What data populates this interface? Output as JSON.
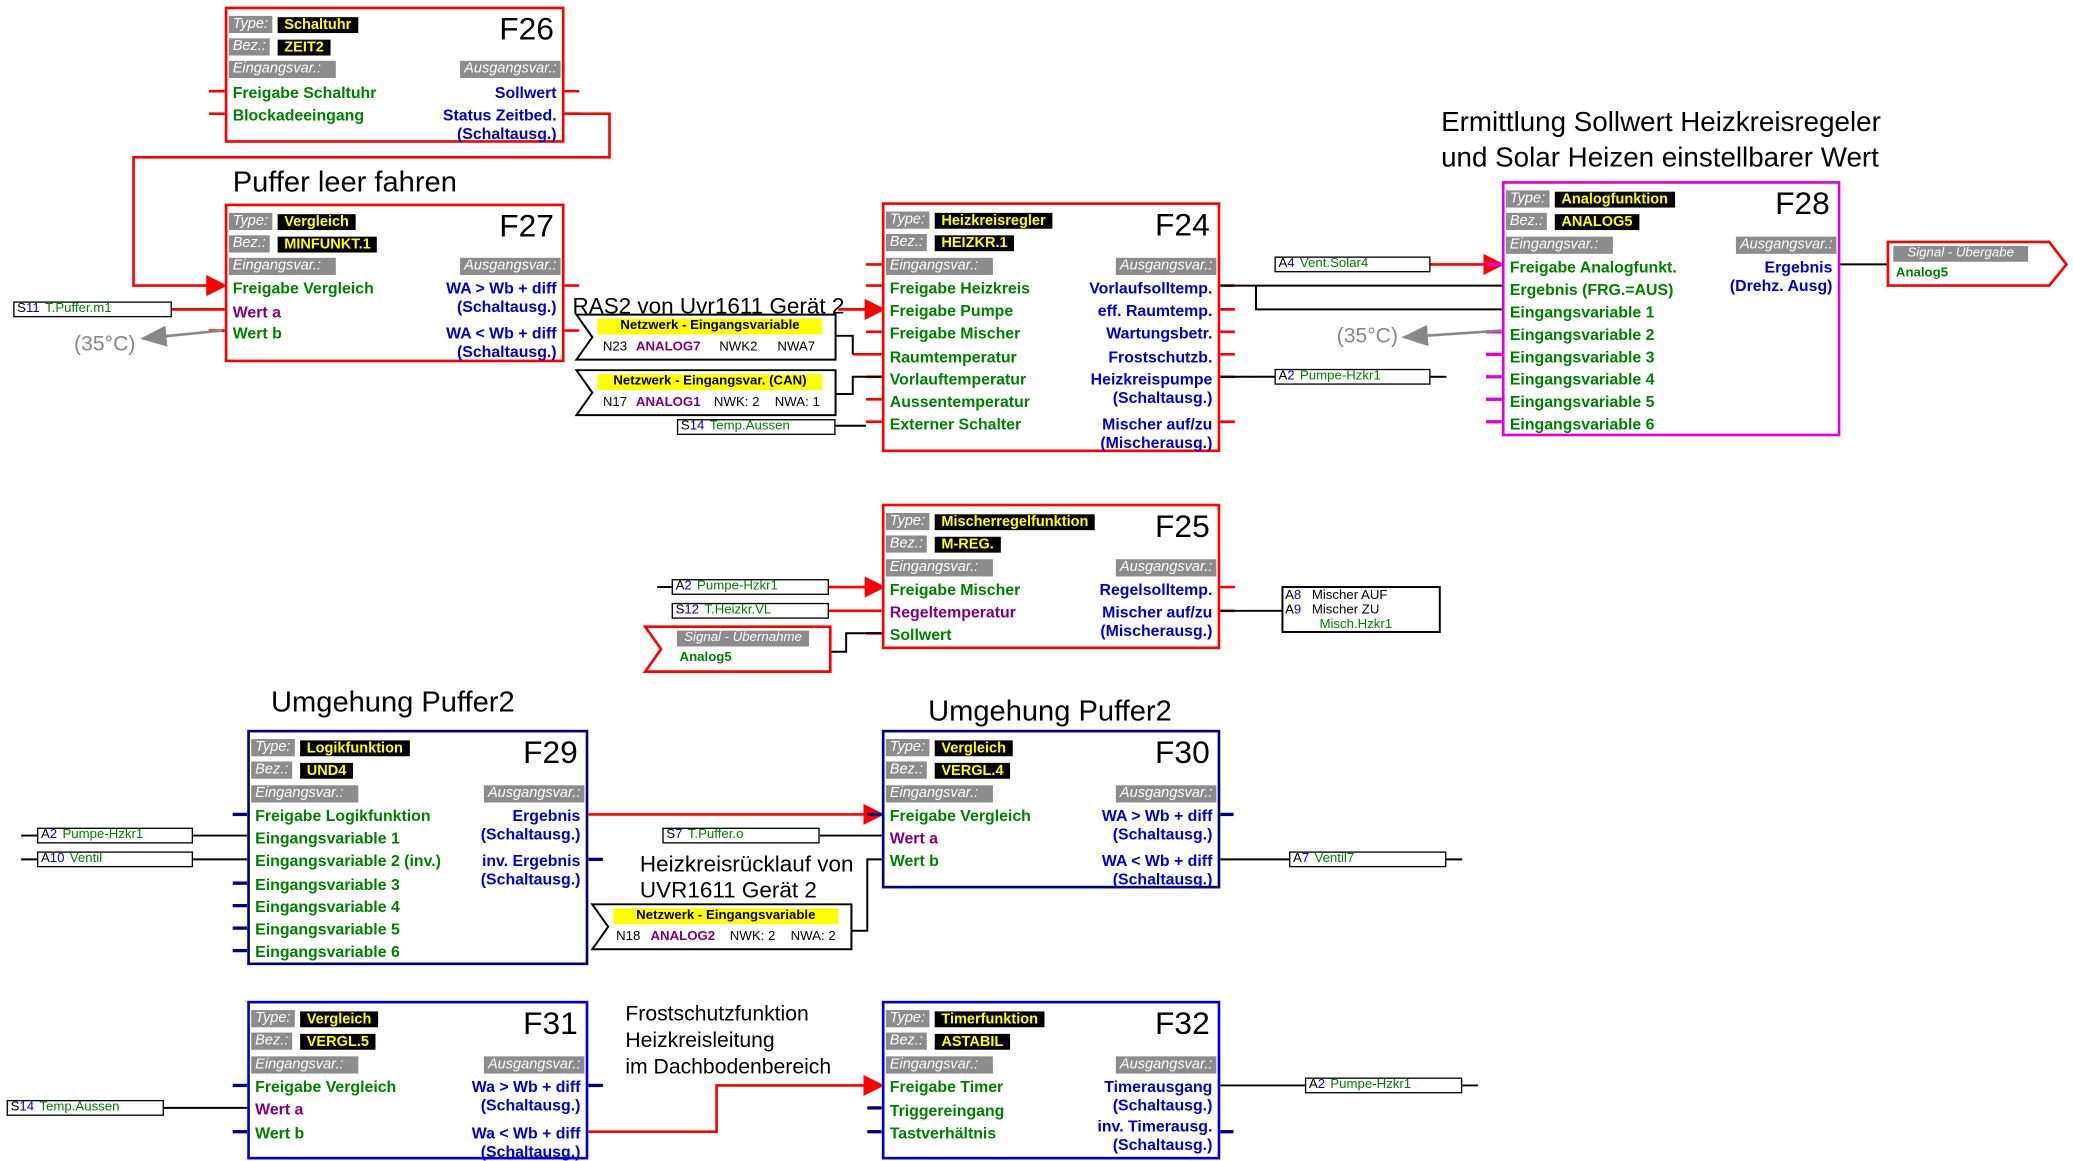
{
  "labels": {
    "puffer_leer": "Puffer leer fahren",
    "ermittlung_1": "Ermittlung Sollwert Heizkreisregeler",
    "ermittlung_2": "und Solar Heizen einstellbarer Wert",
    "ras2": "RAS2 von Uvr1611 Gerät 2",
    "umgehung_a": "Umgehung Puffer2",
    "umgehung_b": "Umgehung Puffer2",
    "heizkreis_1": "Heizkreisrücklauf von",
    "heizkreis_2": "UVR1611 Gerät 2",
    "frost_1": "Frostschutzfunktion",
    "frost_2": "Heizkreisleitung",
    "frost_3": "im Dachbodenbereich",
    "temp_a": "(35°C)",
    "temp_b": "(35°C)"
  },
  "common": {
    "type": "Type:",
    "bez": "Bez.:",
    "in": "Eingangsvar.:",
    "out": "Ausgangsvar.:"
  },
  "blocks": {
    "f26": {
      "id": "F26",
      "type": "Schaltuhr",
      "bez": "ZEIT2",
      "in": [
        "Freigabe Schaltuhr",
        "Blockadeeingang"
      ],
      "out": [
        "Sollwert",
        "Status Zeitbed.",
        "(Schaltausg.)"
      ]
    },
    "f27": {
      "id": "F27",
      "type": "Vergleich",
      "bez": "MINFUNKT.1",
      "in": [
        "Freigabe Vergleich",
        "Wert a",
        "Wert b"
      ],
      "out": [
        "WA > Wb + diff",
        "(Schaltausg.)",
        "WA < Wb + diff",
        "(Schaltausg.)"
      ]
    },
    "f24": {
      "id": "F24",
      "type": "Heizkreisregler",
      "bez": "HEIZKR.1",
      "in": [
        "Freigabe Heizkreis",
        "Freigabe Pumpe",
        "Freigabe Mischer",
        "Raumtemperatur",
        "Vorlauftemperatur",
        "Aussentemperatur",
        "Externer Schalter"
      ],
      "out": [
        "Vorlaufsolltemp.",
        "eff. Raumtemp.",
        "Wartungsbetr.",
        "Frostschutzb.",
        "Heizkreispumpe",
        "(Schaltausg.)",
        "Mischer auf/zu",
        "(Mischerausg.)"
      ]
    },
    "f28": {
      "id": "F28",
      "type": "Analogfunktion",
      "bez": "ANALOG5",
      "in": [
        "Freigabe Analogfunkt.",
        "Ergebnis (FRG.=AUS)",
        "Eingangsvariable 1",
        "Eingangsvariable 2",
        "Eingangsvariable 3",
        "Eingangsvariable 4",
        "Eingangsvariable 5",
        "Eingangsvariable 6"
      ],
      "out": [
        "Ergebnis",
        "(Drehz. Ausg)"
      ]
    },
    "f25": {
      "id": "F25",
      "type": "Mischerregelfunktion",
      "bez": "M-REG.",
      "in": [
        "Freigabe Mischer",
        "Regeltemperatur",
        "Sollwert"
      ],
      "out": [
        "Regelsolltemp.",
        "Mischer auf/zu",
        "(Mischerausg.)"
      ]
    },
    "f29": {
      "id": "F29",
      "type": "Logikfunktion",
      "bez": "UND4",
      "in": [
        "Freigabe Logikfunktion",
        "Eingangsvariable 1",
        "Eingangsvariable 2 (inv.)",
        "Eingangsvariable 3",
        "Eingangsvariable 4",
        "Eingangsvariable 5",
        "Eingangsvariable 6"
      ],
      "out": [
        "Ergebnis",
        "(Schaltausg.)",
        "inv. Ergebnis",
        "(Schaltausg.)"
      ]
    },
    "f30": {
      "id": "F30",
      "type": "Vergleich",
      "bez": "VERGL.4",
      "in": [
        "Freigabe Vergleich",
        "Wert a",
        "Wert b"
      ],
      "out": [
        "WA > Wb + diff",
        "(Schaltausg.)",
        "WA < Wb + diff",
        "(Schaltausg.)"
      ]
    },
    "f31": {
      "id": "F31",
      "type": "Vergleich",
      "bez": "VERGL.5",
      "in": [
        "Freigabe Vergleich",
        "Wert a",
        "Wert b"
      ],
      "out": [
        "Wa > Wb + diff",
        "(Schaltausg.)",
        "Wa < Wb + diff",
        "(Schaltausg.)"
      ]
    },
    "f32": {
      "id": "F32",
      "type": "Timerfunktion",
      "bez": "ASTABIL",
      "in": [
        "Freigabe Timer",
        "Triggereingang",
        "Tastverhältnis"
      ],
      "out": [
        "Timerausgang",
        "(Schaltausg.)",
        "inv. Timerausg.",
        "(Schaltausg.)"
      ]
    }
  },
  "sources": {
    "s11": {
      "k": "S",
      "n": "11",
      "v": "T.Puffer.m1"
    },
    "s14a": {
      "k": "S",
      "n": "14",
      "v": "Temp.Aussen"
    },
    "a4": {
      "k": "A",
      "n": "4",
      "v": "Vent.Solar4"
    },
    "a2a": {
      "k": "A",
      "n": "2",
      "v": "Pumpe-Hzkr1"
    },
    "a2b": {
      "k": "A",
      "n": "2",
      "v": "Pumpe-Hzkr1"
    },
    "s12": {
      "k": "S",
      "n": "12",
      "v": "T.Heizkr.VL"
    },
    "a2c": {
      "k": "A",
      "n": "2",
      "v": "Pumpe-Hzkr1"
    },
    "a10": {
      "k": "A",
      "n": "10",
      "v": "Ventil"
    },
    "s7": {
      "k": "S",
      "n": "7",
      "v": "T.Puffer.o"
    },
    "a7": {
      "k": "A",
      "n": "7",
      "v": "Ventil7"
    },
    "s14b": {
      "k": "S",
      "n": "14",
      "v": "Temp.Aussen"
    },
    "a2d": {
      "k": "A",
      "n": "2",
      "v": "Pumpe-Hzkr1"
    }
  },
  "network": {
    "n23": {
      "title": "Netzwerk - Eingangsvariable",
      "n": "N23",
      "name": "ANALOG7",
      "nwk": "NWK2",
      "nwa": "NWA7"
    },
    "n17": {
      "title": "Netzwerk - Eingangsvar. (CAN)",
      "n": "N17",
      "name": "ANALOG1",
      "nwk": "NWK: 2",
      "nwa": "NWA: 1"
    },
    "n18": {
      "title": "Netzwerk - Eingangsvariable",
      "n": "N18",
      "name": "ANALOG2",
      "nwk": "NWK: 2",
      "nwa": "NWA: 2"
    }
  },
  "signals": {
    "uebergabe": {
      "title": "Signal - Übergabe",
      "value": "Analog5"
    },
    "uebernahme": {
      "title": "Signal - Übernahme",
      "value": "Analog5"
    }
  },
  "mixer_out": {
    "a8": "A",
    "a8n": "8",
    "a8v": "Mischer AUF",
    "a9": "A",
    "a9n": "9",
    "a9v": "Mischer ZU",
    "name": "Misch.Hzkr1"
  },
  "colors": {
    "red": "#ff0000",
    "blue": "#000080",
    "magenta": "#e000e0",
    "green": "#008000",
    "purple": "#800080",
    "text_blue": "#0000d0"
  }
}
